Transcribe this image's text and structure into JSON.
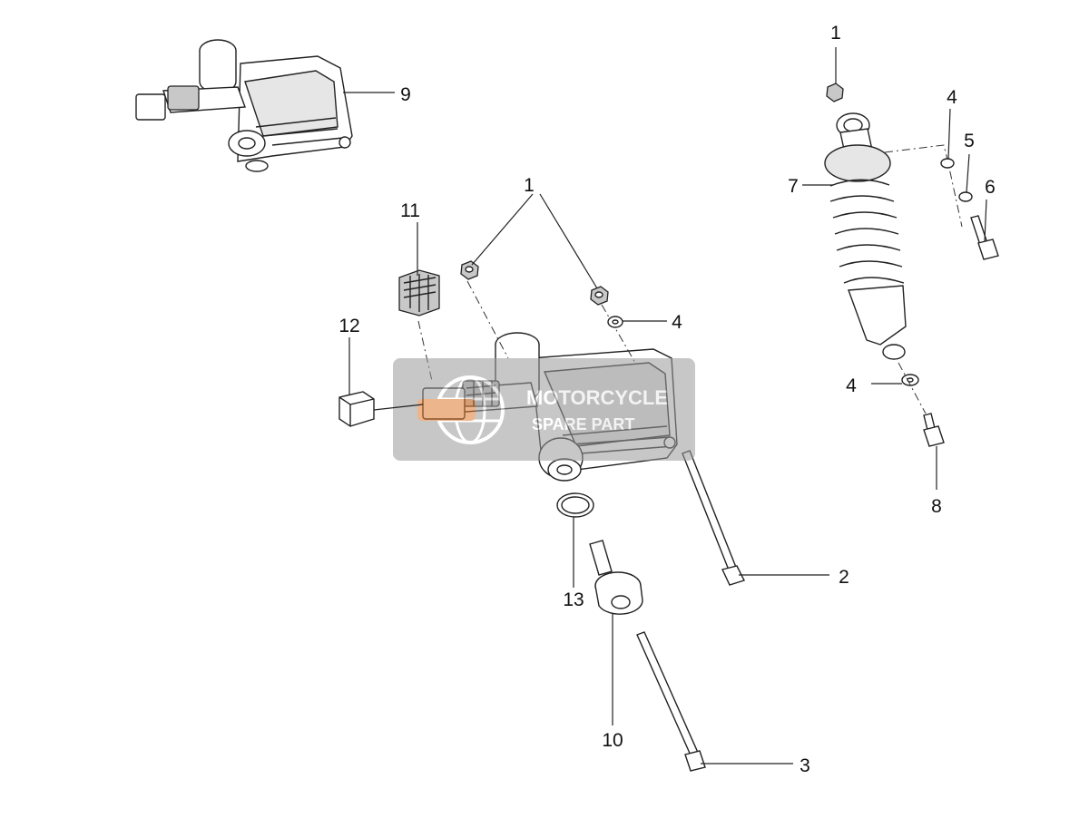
{
  "callouts": [
    {
      "id": "c1a",
      "label": "1"
    },
    {
      "id": "c1b",
      "label": "1"
    },
    {
      "id": "c2",
      "label": "2"
    },
    {
      "id": "c3",
      "label": "3"
    },
    {
      "id": "c4a",
      "label": "4"
    },
    {
      "id": "c4b",
      "label": "4"
    },
    {
      "id": "c4c",
      "label": "4"
    },
    {
      "id": "c5",
      "label": "5"
    },
    {
      "id": "c6",
      "label": "6"
    },
    {
      "id": "c7",
      "label": "7"
    },
    {
      "id": "c8",
      "label": "8"
    },
    {
      "id": "c9",
      "label": "9"
    },
    {
      "id": "c10",
      "label": "10"
    },
    {
      "id": "c11",
      "label": "11"
    },
    {
      "id": "c12",
      "label": "12"
    },
    {
      "id": "c13",
      "label": "13"
    }
  ],
  "watermark": {
    "line1": "MOTORCYCLE",
    "line2": "SPARE PART",
    "colors": {
      "box": "#9a9a9a",
      "accent": "#e07a2e",
      "text": "#ffffff"
    }
  }
}
